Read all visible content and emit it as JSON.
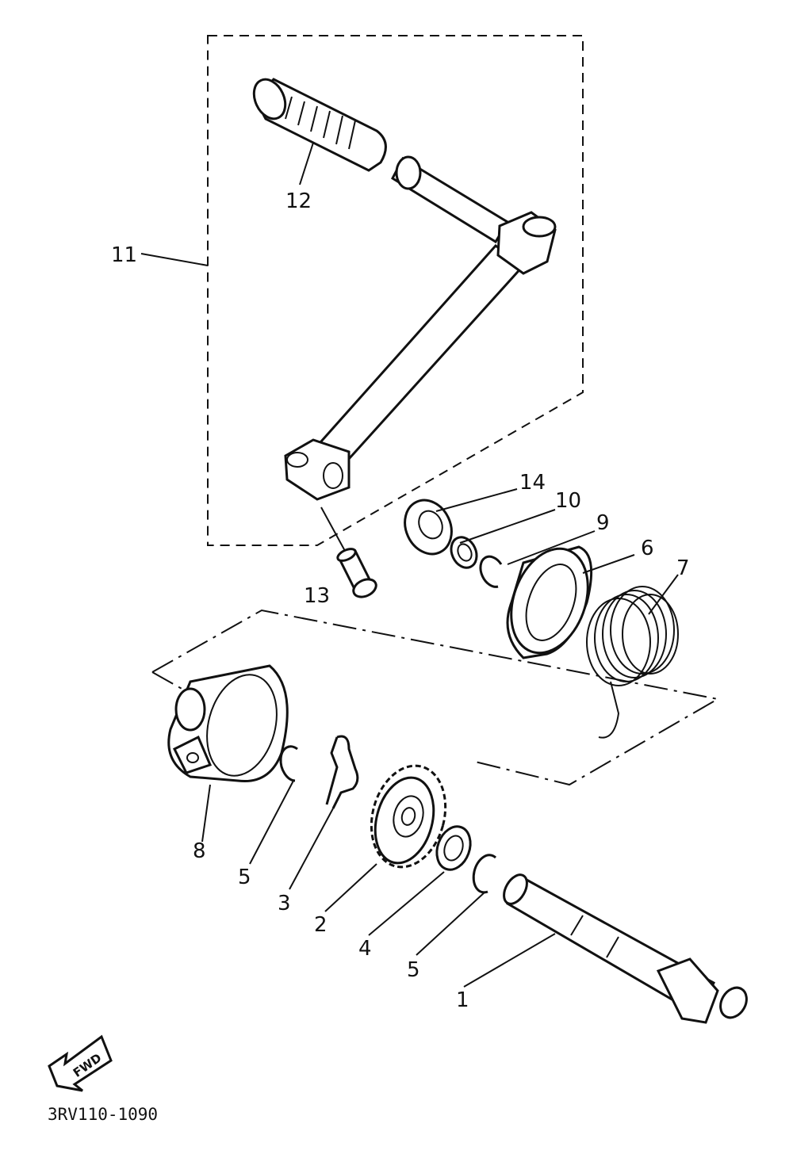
{
  "diagram": {
    "part_labels": {
      "p1": "1",
      "p2": "2",
      "p3": "3",
      "p4": "4",
      "p5a": "5",
      "p5b": "5",
      "p6": "6",
      "p7": "7",
      "p8": "8",
      "p9": "9",
      "p10": "10",
      "p11": "11",
      "p12": "12",
      "p13": "13",
      "p14": "14"
    },
    "direction_badge": "FWD",
    "figure_code": "3RV110-1090"
  }
}
